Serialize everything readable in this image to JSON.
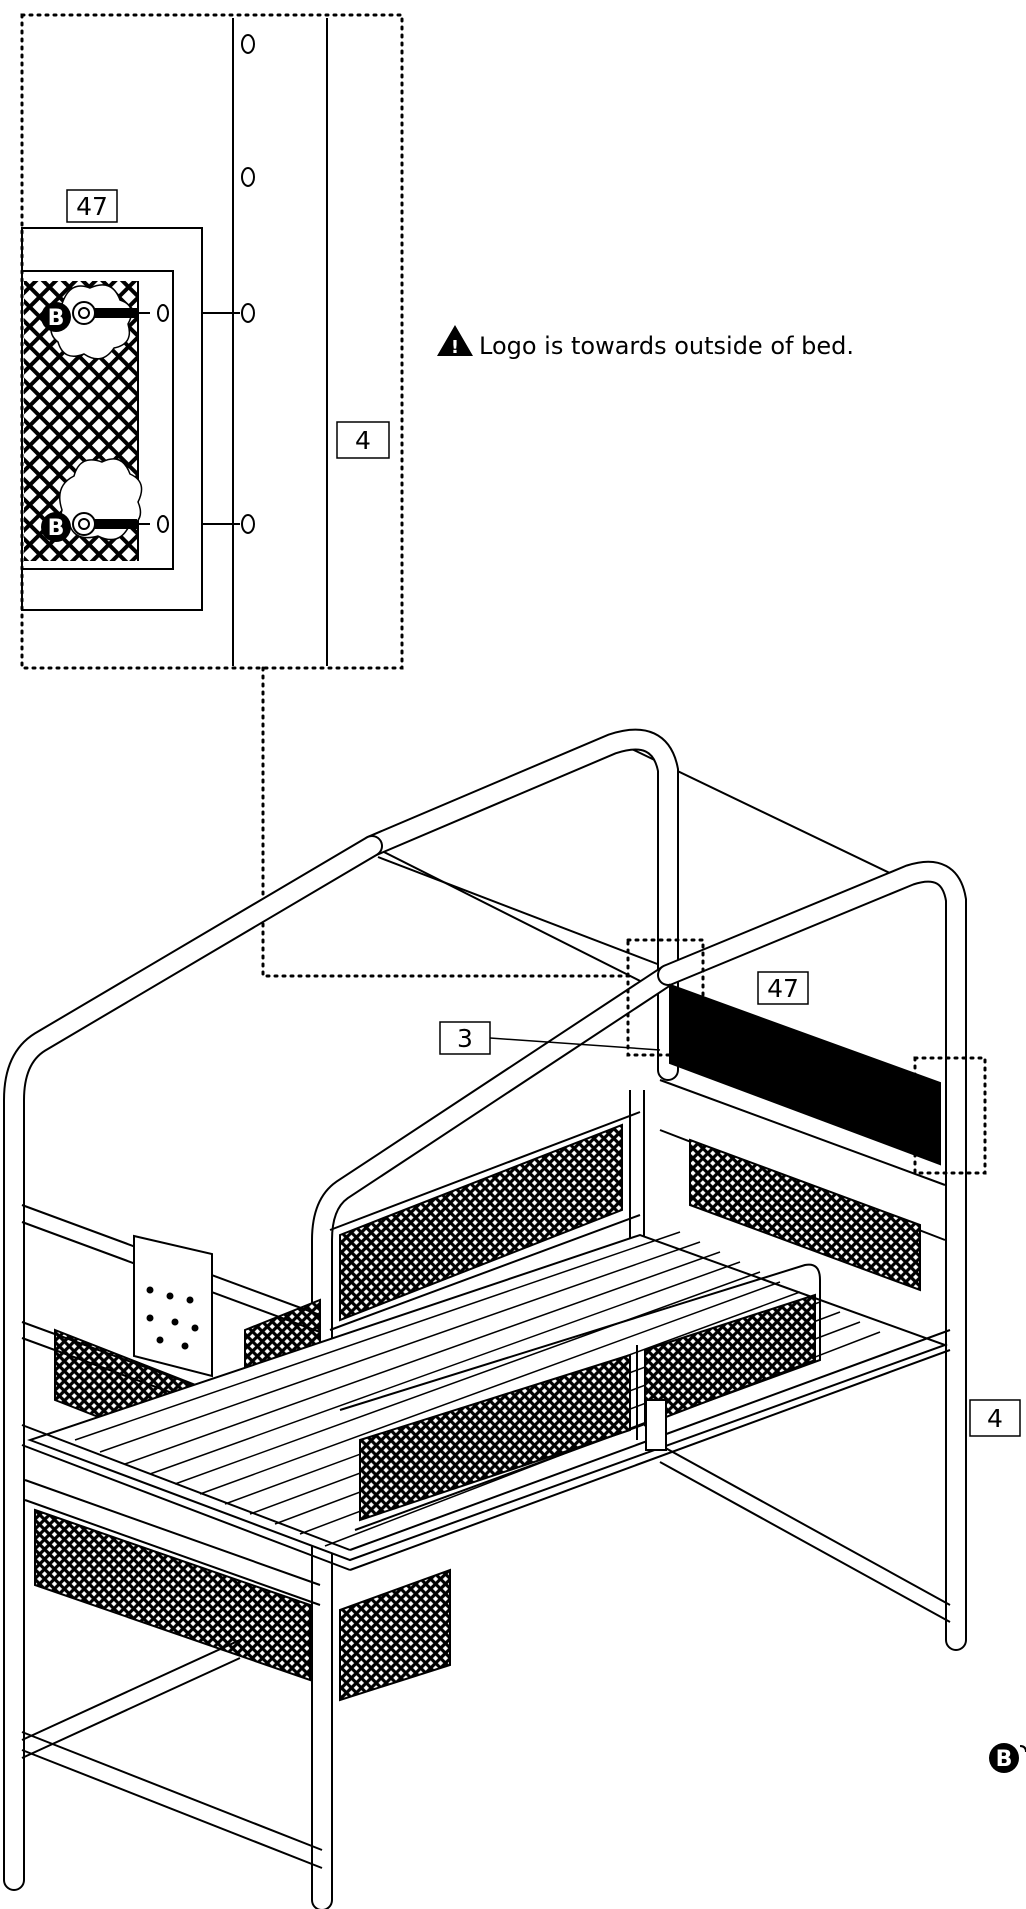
{
  "labels": {
    "leg_post": "4",
    "panel": "47",
    "roof_bar": "3"
  },
  "hardware": {
    "bolt_letter": "B"
  },
  "notes": {
    "logo_warning": "Logo is towards outside of bed.",
    "warning_symbol": "!",
    "icon": "warning-triangle-icon"
  },
  "colors": {
    "line": "#000000",
    "background": "#ffffff",
    "badge": "#000000"
  }
}
